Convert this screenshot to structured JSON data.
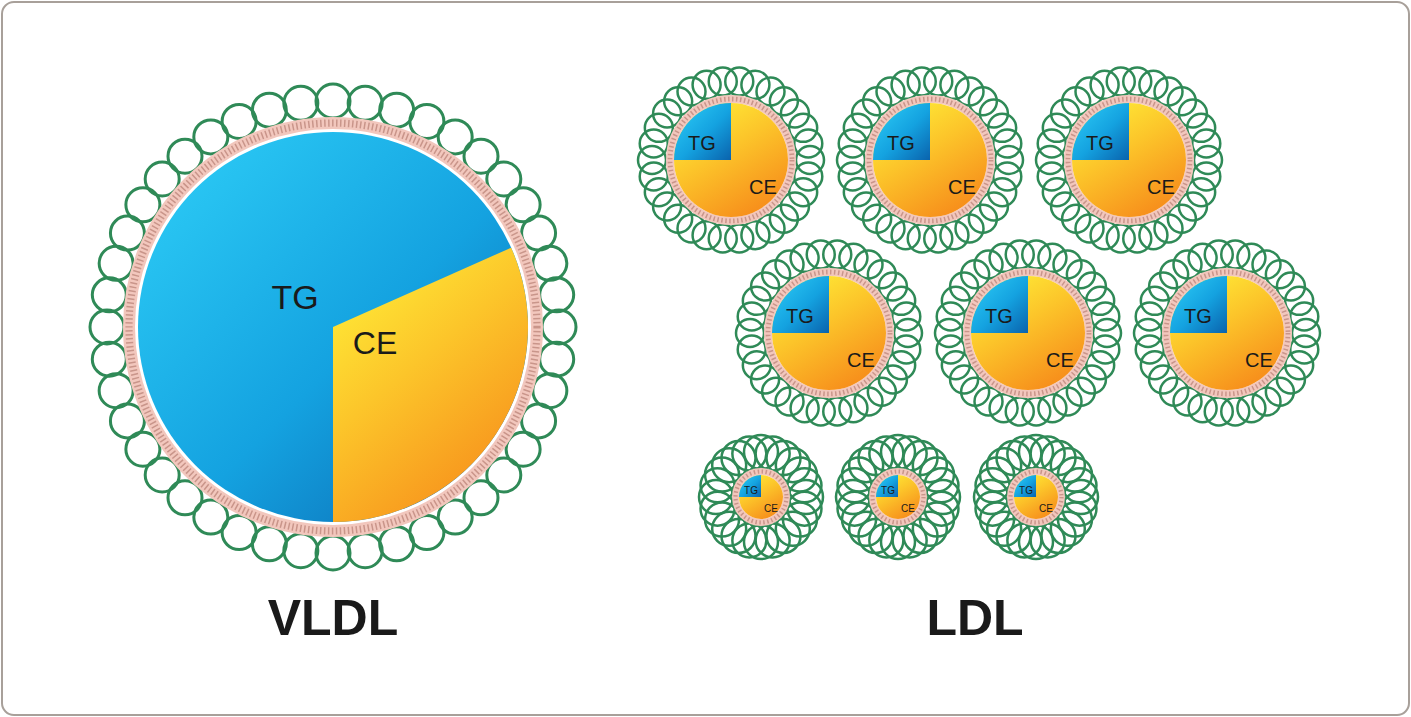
{
  "diagram": {
    "nodes": [
      {
        "text": [
          "TG",
          "CE"
        ]
      },
      {
        "text": [
          "TG",
          "CE"
        ]
      },
      {
        "text": [
          "TG",
          "CE"
        ]
      },
      {
        "text": [
          "TG",
          "CE"
        ]
      },
      {
        "text": [
          "TG",
          "CE"
        ]
      },
      {
        "text": [
          "TG",
          "CE"
        ]
      },
      {
        "text": [
          "TG",
          "CE"
        ]
      },
      {
        "text": [
          "TG",
          "CE"
        ]
      },
      {
        "text": [
          "TG",
          "CE"
        ]
      },
      {
        "text": [
          "TG",
          "CE"
        ]
      }
    ],
    "labels": [
      "VLDL",
      "LDL"
    ]
  }
}
